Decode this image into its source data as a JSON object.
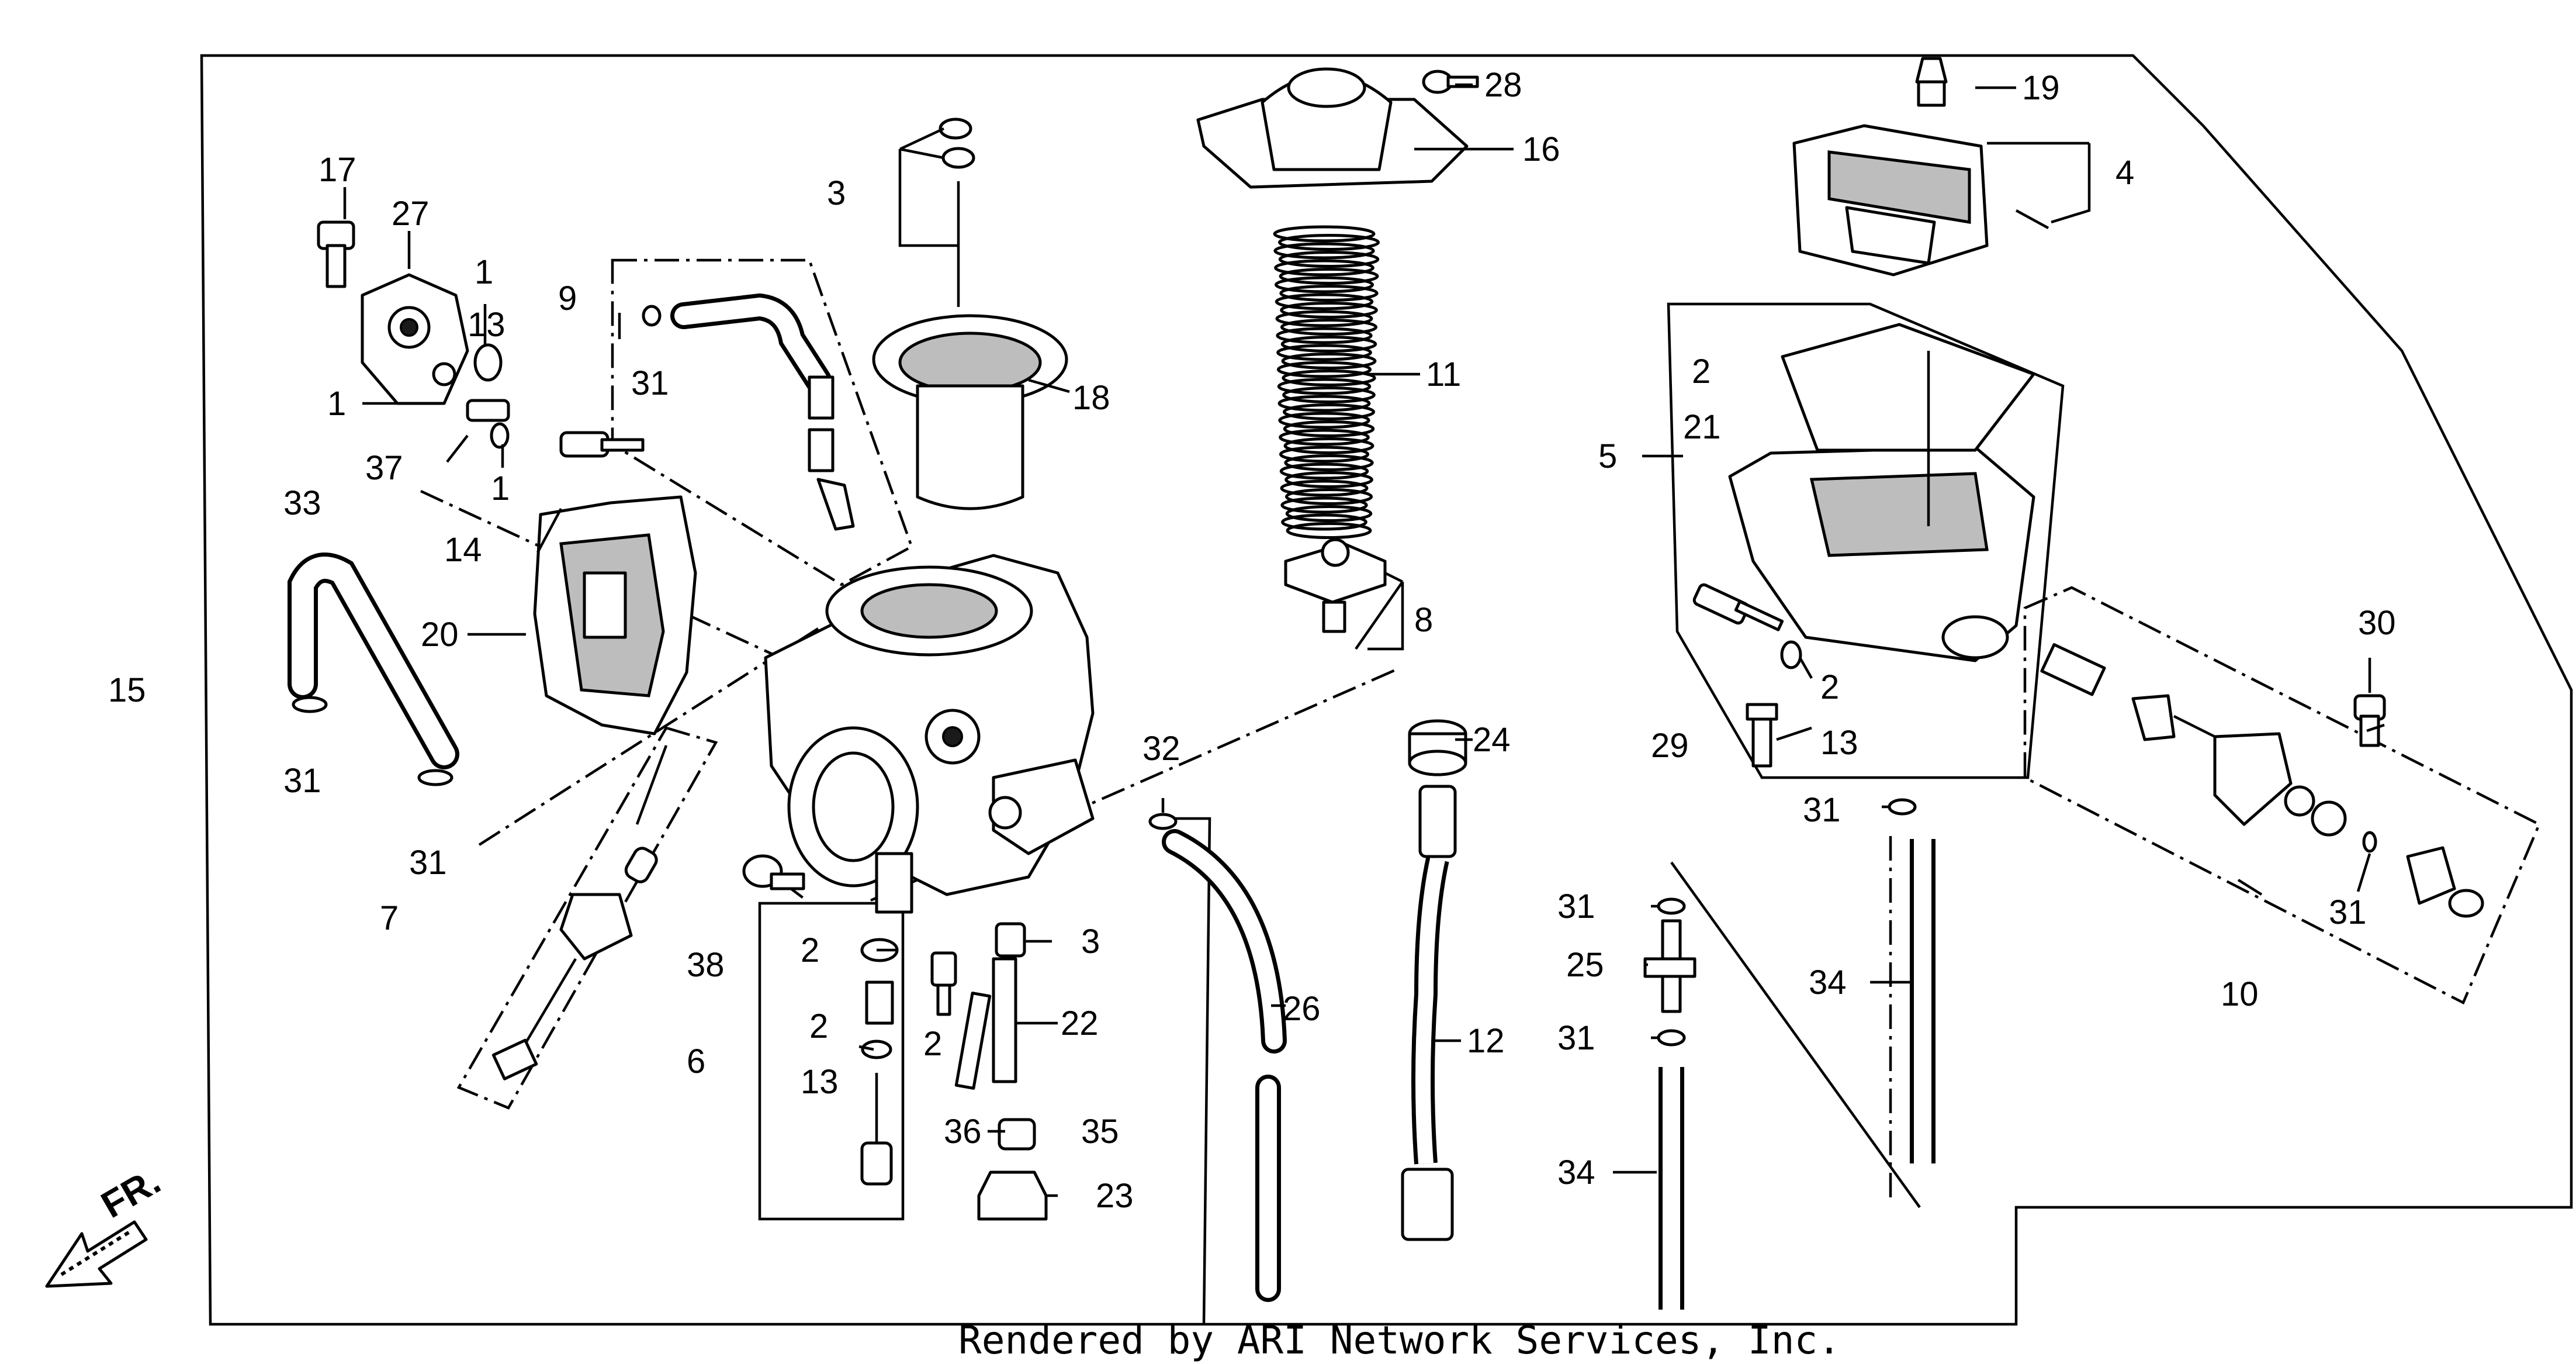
{
  "diagram": {
    "footer_text": "Rendered by ARI Network Services, Inc.",
    "direction_label": "FR.",
    "callouts": {
      "c1a": "1",
      "c1b": "1",
      "c1c": "1",
      "c2a": "2",
      "c2b": "2",
      "c2c": "2",
      "c2d": "2",
      "c2e": "2",
      "c3a": "3",
      "c3b": "3",
      "c4": "4",
      "c5": "5",
      "c6": "6",
      "c7": "7",
      "c8": "8",
      "c9": "9",
      "c10": "10",
      "c11": "11",
      "c12": "12",
      "c13a": "13",
      "c13b": "13",
      "c13c": "13",
      "c14": "14",
      "c15": "15",
      "c16": "16",
      "c17": "17",
      "c18": "18",
      "c19": "19",
      "c20": "20",
      "c21": "21",
      "c22": "22",
      "c23": "23",
      "c24": "24",
      "c25": "25",
      "c26": "26",
      "c27": "27",
      "c28": "28",
      "c29": "29",
      "c30": "30",
      "c31a": "31",
      "c31b": "31",
      "c31c": "31",
      "c31d": "31",
      "c31e": "31",
      "c31f": "31",
      "c31g": "31",
      "c32": "32",
      "c33": "33",
      "c34a": "34",
      "c34b": "34",
      "c35": "35",
      "c36": "36",
      "c37": "37",
      "c38": "38"
    },
    "colors": {
      "ink": "#000000",
      "paper": "#ffffff"
    }
  }
}
